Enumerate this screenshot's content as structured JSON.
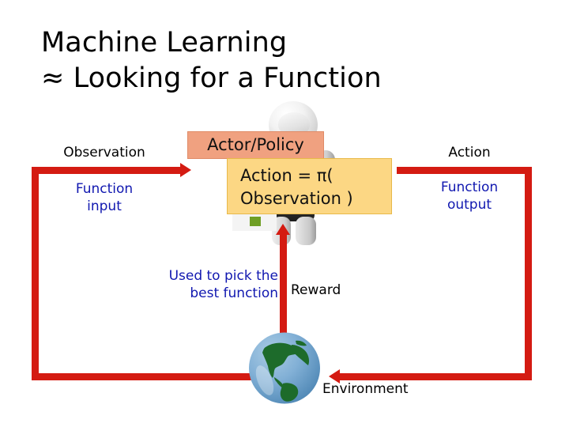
{
  "slide": {
    "title": "Machine Learning\n≈ Looking for a Function",
    "background_color": "#ffffff"
  },
  "colors": {
    "arrow_red": "#d41b12",
    "actor_box_fill": "#f0a180",
    "policy_box_fill": "#fcd784",
    "blue_text": "#1118b0",
    "black_text": "#000000",
    "globe_ocean": "#7fadd4",
    "globe_land": "#1d6b2b"
  },
  "boxes": {
    "actor": {
      "label": "Actor/Policy"
    },
    "policy": {
      "line1": "Action = π(",
      "line2": "Observation )"
    }
  },
  "labels": {
    "observation": "Observation",
    "function_input": "Function\ninput",
    "action": "Action",
    "function_output": "Function\noutput",
    "used_to_pick": "Used to pick the\nbest function",
    "reward": "Reward",
    "environment": "Environment"
  },
  "icons": {
    "robot": "robot-icon",
    "globe": "globe-icon",
    "arrow_to_actor": "arrow-right-icon",
    "arrow_to_environment": "arrow-left-icon",
    "arrow_reward_up": "arrow-up-icon"
  }
}
